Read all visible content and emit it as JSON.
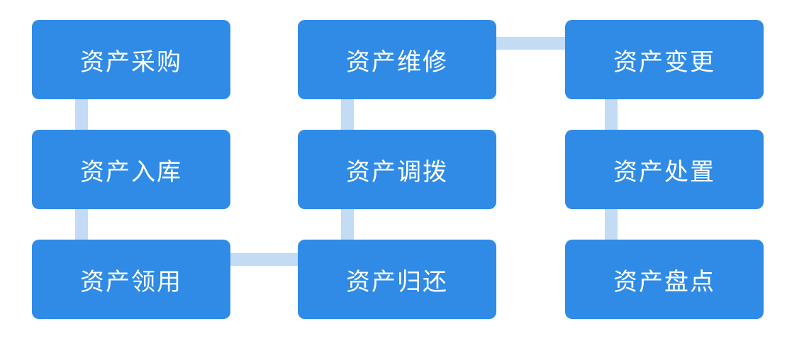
{
  "diagram": {
    "node_color": "#2F8BE6",
    "connector_color": "#C3DBF4",
    "text_color": "#FFFFFF",
    "nodes": [
      {
        "label": "资产采购"
      },
      {
        "label": "资产维修"
      },
      {
        "label": "资产变更"
      },
      {
        "label": "资产入库"
      },
      {
        "label": "资产调拨"
      },
      {
        "label": "资产处置"
      },
      {
        "label": "资产领用"
      },
      {
        "label": "资产归还"
      },
      {
        "label": "资产盘点"
      }
    ],
    "connections": [
      {
        "from": "资产采购",
        "to": "资产入库",
        "direction": "vertical"
      },
      {
        "from": "资产入库",
        "to": "资产领用",
        "direction": "vertical"
      },
      {
        "from": "资产维修",
        "to": "资产变更",
        "direction": "horizontal"
      },
      {
        "from": "资产维修",
        "to": "资产调拨",
        "direction": "vertical"
      },
      {
        "from": "资产调拨",
        "to": "资产归还",
        "direction": "vertical"
      },
      {
        "from": "资产领用",
        "to": "资产归还",
        "direction": "horizontal"
      },
      {
        "from": "资产变更",
        "to": "资产处置",
        "direction": "vertical"
      },
      {
        "from": "资产处置",
        "to": "资产盘点",
        "direction": "vertical"
      }
    ]
  }
}
